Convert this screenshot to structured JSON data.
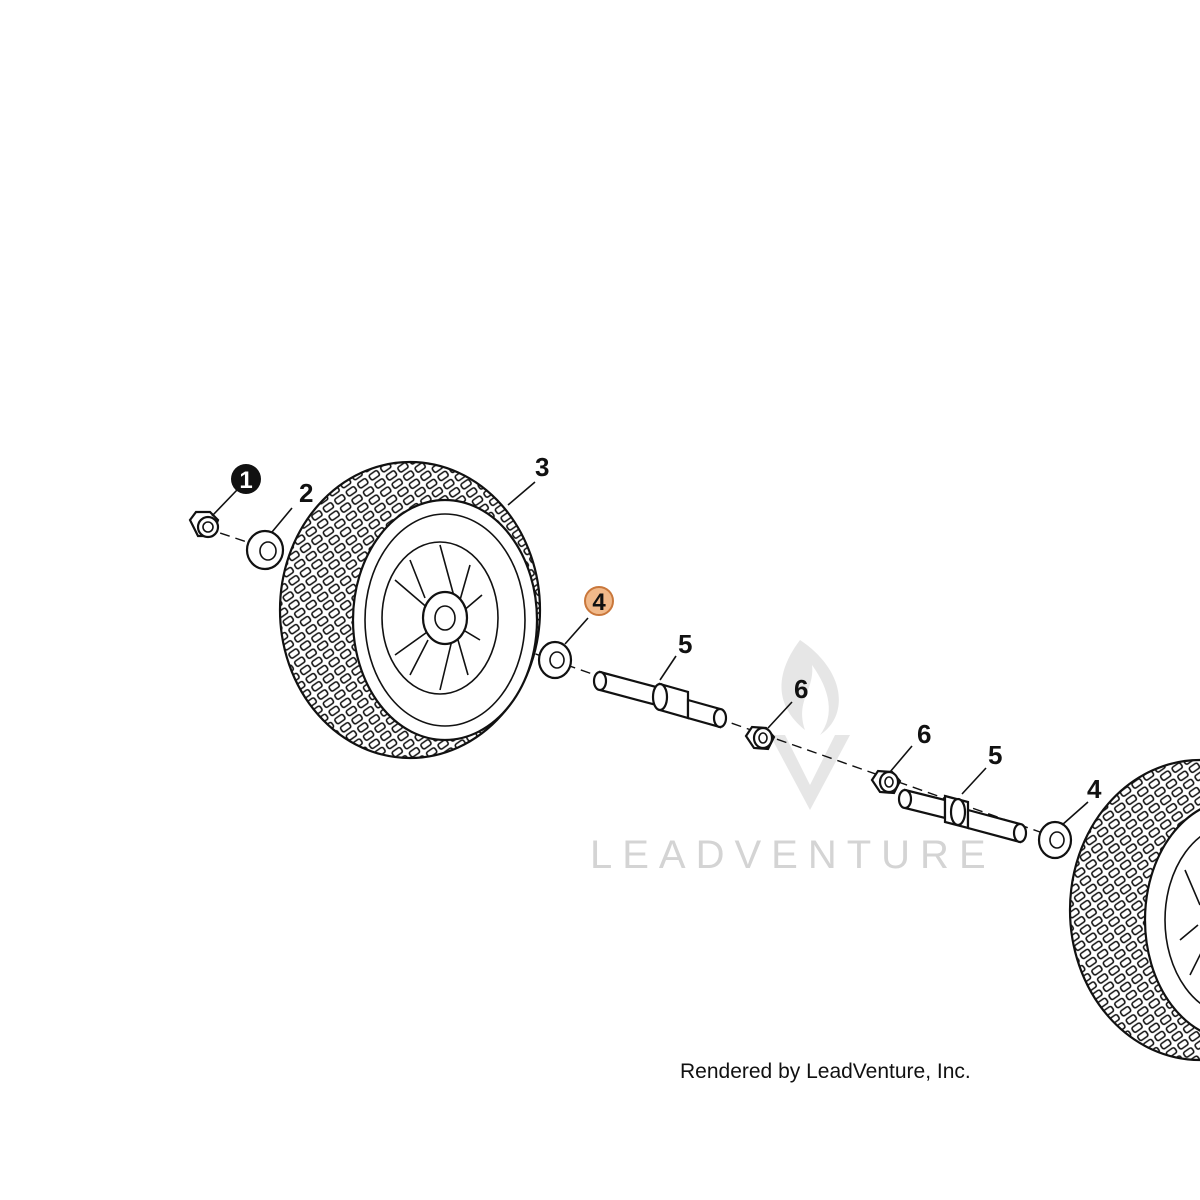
{
  "watermark": {
    "text": "LEADVENTURE",
    "logo_icon": "flame-v-logo-icon"
  },
  "callouts": [
    {
      "id": "c1",
      "label": "1",
      "style": "filled-black-circle"
    },
    {
      "id": "c2",
      "label": "2",
      "style": "plain"
    },
    {
      "id": "c3",
      "label": "3",
      "style": "plain"
    },
    {
      "id": "c4a",
      "label": "4",
      "style": "highlighted-orange-circle"
    },
    {
      "id": "c5a",
      "label": "5",
      "style": "plain"
    },
    {
      "id": "c6a",
      "label": "6",
      "style": "plain"
    },
    {
      "id": "c6b",
      "label": "6",
      "style": "plain"
    },
    {
      "id": "c5b",
      "label": "5",
      "style": "plain"
    },
    {
      "id": "c4b",
      "label": "4",
      "style": "plain"
    }
  ],
  "colors": {
    "highlight_fill": "#f1b98a",
    "highlight_stroke": "#c9773b",
    "ink": "#111111",
    "watermark": "#d4d4d4"
  },
  "footer": {
    "render_note": "Rendered by LeadVenture, Inc."
  }
}
